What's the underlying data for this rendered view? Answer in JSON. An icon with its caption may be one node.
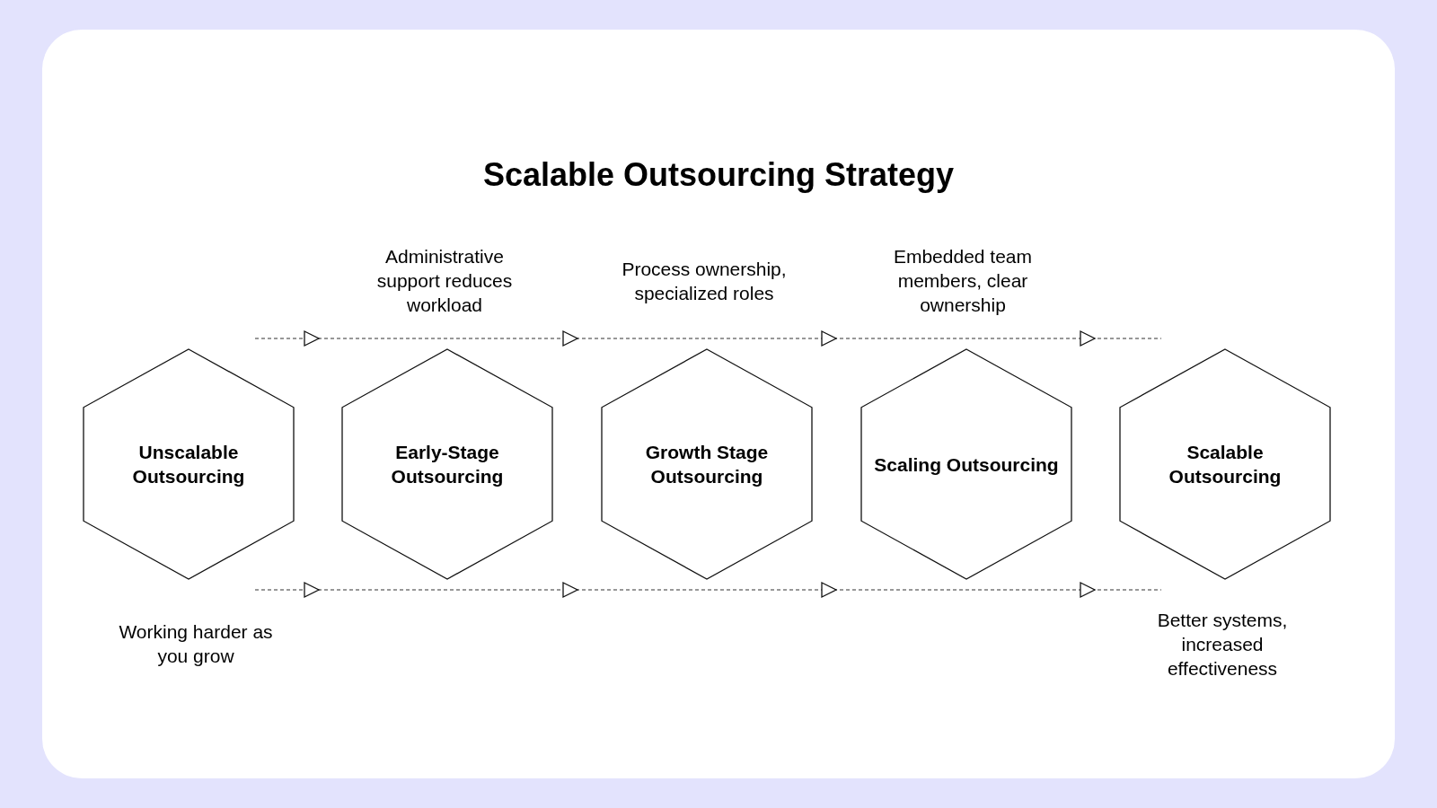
{
  "diagram": {
    "title": "Scalable Outsourcing Strategy",
    "nodes": [
      {
        "text": [
          "Unscalable Outsourcing"
        ]
      },
      {
        "text": [
          "Early-Stage Outsourcing"
        ]
      },
      {
        "text": [
          "Growth Stage Outsourcing"
        ]
      },
      {
        "text": [
          "Scaling Outsourcing"
        ]
      },
      {
        "text": [
          "Scalable Outsourcing"
        ]
      }
    ],
    "labels": [
      "Administrative support reduces workload",
      "Process ownership, specialized roles",
      "Embedded team members, clear ownership",
      "Working harder as you grow",
      "Better systems, increased effectiveness"
    ]
  }
}
